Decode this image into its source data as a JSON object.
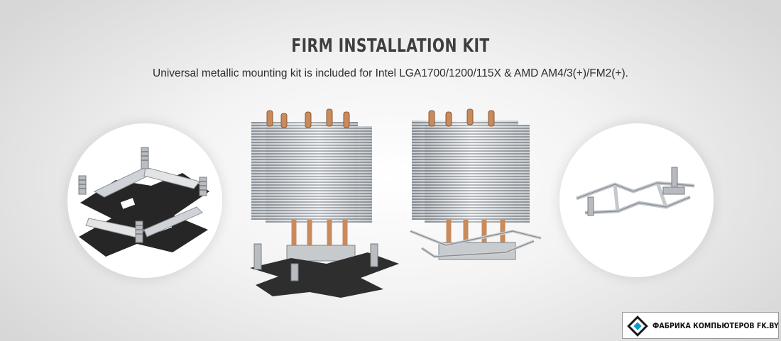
{
  "header": {
    "title": "FIRM INSTALLATION KIT",
    "subtitle": "Universal metallic mounting kit is included for Intel LGA1700/1200/115X & AMD AM4/3(+)/FM2(+)."
  },
  "images": {
    "left_circle": "intel-mounting-bracket",
    "cooler_front": "tower-cooler-with-intel-backplate",
    "cooler_side": "tower-cooler-with-amd-clip",
    "right_circle": "amd-mounting-clip"
  },
  "watermark": {
    "text": "ФАБРИКА КОМПЬЮТЕРОВ FK.BY"
  },
  "colors": {
    "title": "#3f3f3f",
    "text": "#2e2e2e",
    "background": "#e6e6e6",
    "bracket_dark": "#2a2a2a",
    "copper": "#c98a5c"
  }
}
